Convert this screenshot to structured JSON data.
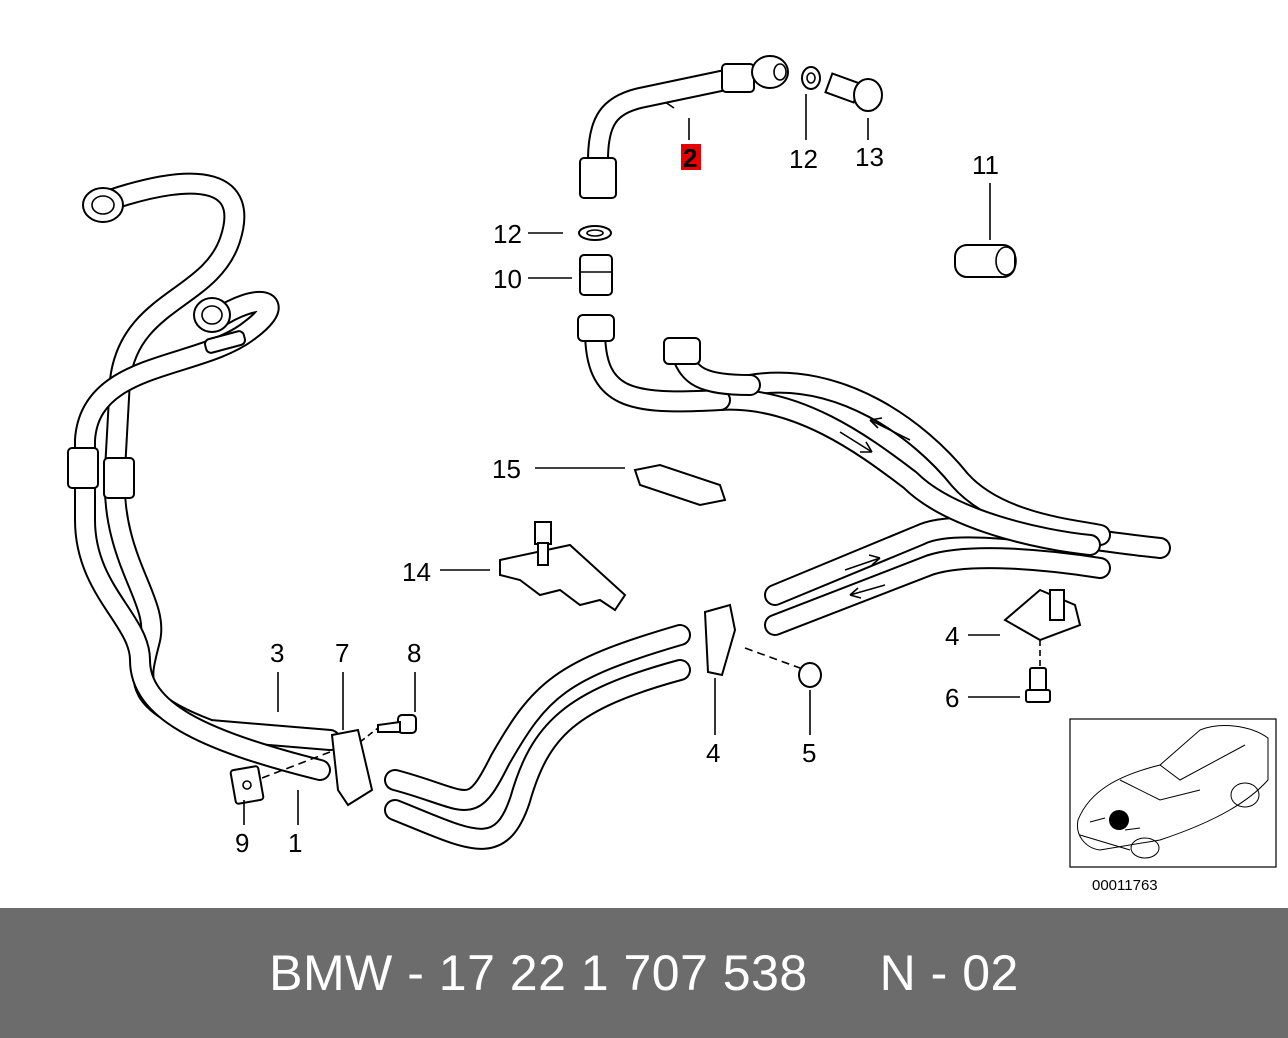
{
  "diagram": {
    "labels": {
      "l1": "1",
      "l2": "2",
      "l3": "3",
      "l4a": "4",
      "l4b": "4",
      "l5": "5",
      "l6": "6",
      "l7": "7",
      "l8": "8",
      "l9": "9",
      "l10": "10",
      "l11": "11",
      "l12a": "12",
      "l12b": "12",
      "l13": "13",
      "l14": "14",
      "l15": "15"
    },
    "highlighted_part": "2",
    "highlight_color": "#e60000",
    "inset_code": "00011763"
  },
  "footer": {
    "text": "BMW - 17 22 1 707 538     N - 02",
    "background": "#6c6c6c",
    "text_color": "#ffffff"
  }
}
